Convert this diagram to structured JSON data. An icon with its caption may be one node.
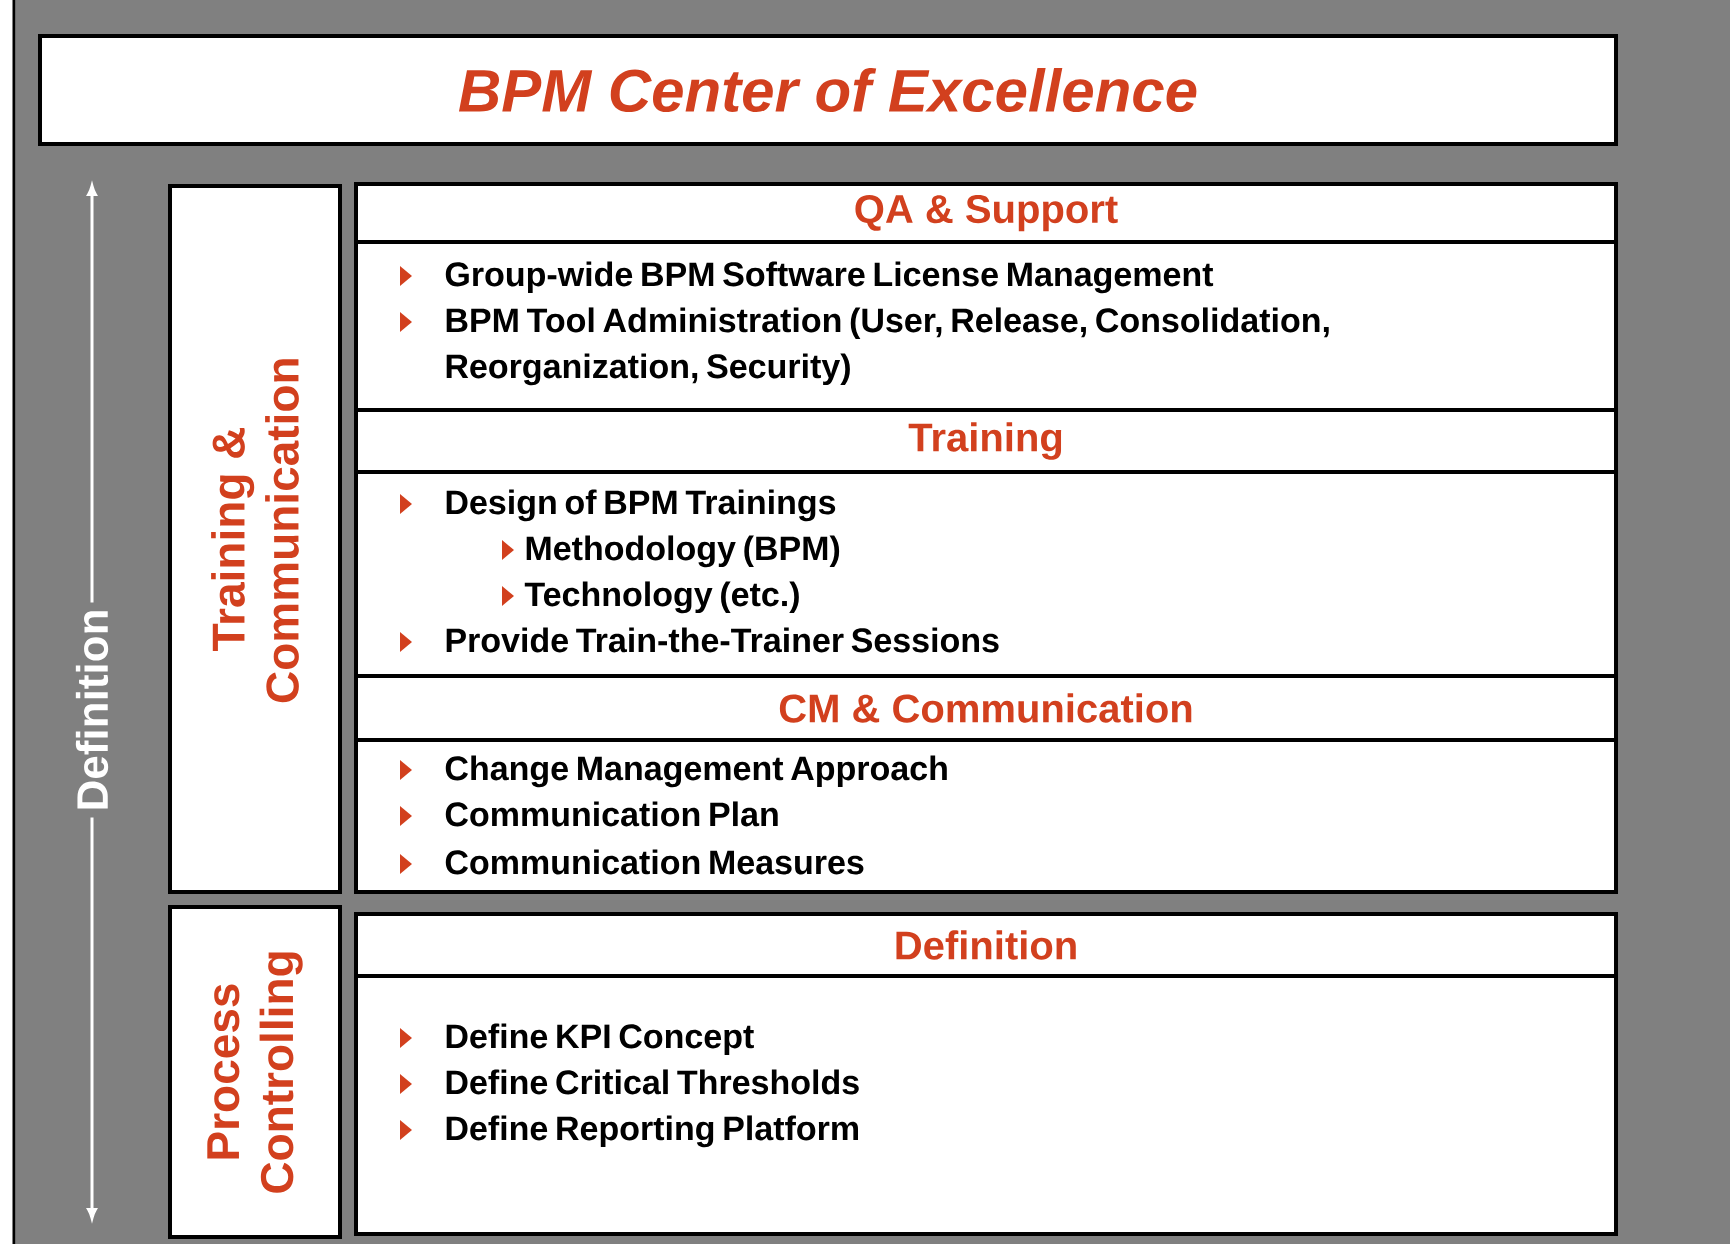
{
  "diagram": {
    "nodes": [
      {
        "text": [
          "BPM Center of Excellence"
        ]
      },
      {
        "text": [
          "Training & Communication"
        ]
      },
      {
        "text": [
          "Process Controlling"
        ]
      },
      {
        "text": [
          "QA & Support"
        ]
      },
      {
        "text": [
          "Group-wide BPM Software License Management",
          "BPM Tool Administration (User, Release, Consolidation, Reorganization, Security)"
        ]
      },
      {
        "text": [
          "Training"
        ]
      },
      {
        "text": [
          "Design of BPM Trainings",
          "Methodology (BPM)",
          "Technology (etc.)",
          "Provide Train-the-Trainer Sessions"
        ]
      },
      {
        "text": [
          "CM & Communication"
        ]
      },
      {
        "text": [
          "Change Management Approach",
          "Communication Plan",
          "Communication Measures"
        ]
      },
      {
        "text": [
          "Definition"
        ]
      },
      {
        "text": [
          "Define KPI Concept",
          "Define Critical Thresholds",
          "Define Reporting Platform"
        ]
      }
    ],
    "labels": [
      "Definition"
    ]
  }
}
